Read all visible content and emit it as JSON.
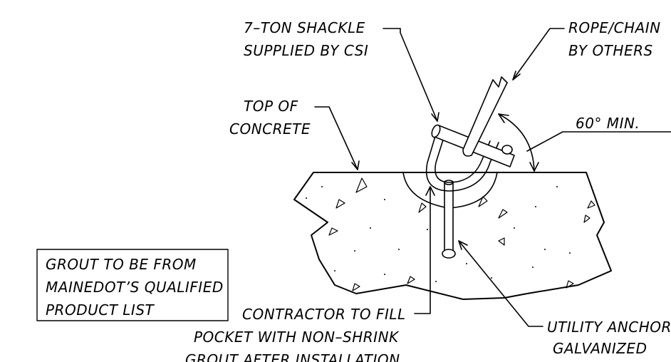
{
  "labels": {
    "shackle": [
      "7–TON SHACKLE",
      "SUPPLIED BY CSI"
    ],
    "rope": [
      "ROPE/CHAIN",
      "BY OTHERS"
    ],
    "top_concrete": [
      "TOP OF",
      "CONCRETE"
    ],
    "angle": "60° MIN.",
    "grout_box": [
      "GROUT TO BE FROM",
      "MAINEDOT’S QUALIFIED",
      "PRODUCT LIST"
    ],
    "contractor": [
      "CONTRACTOR TO FILL",
      "POCKET WITH NON–SHRINK",
      "GROUT AFTER INSTALLATION"
    ],
    "anchor": [
      "UTILITY ANCHOR",
      "GALVANIZED"
    ]
  }
}
